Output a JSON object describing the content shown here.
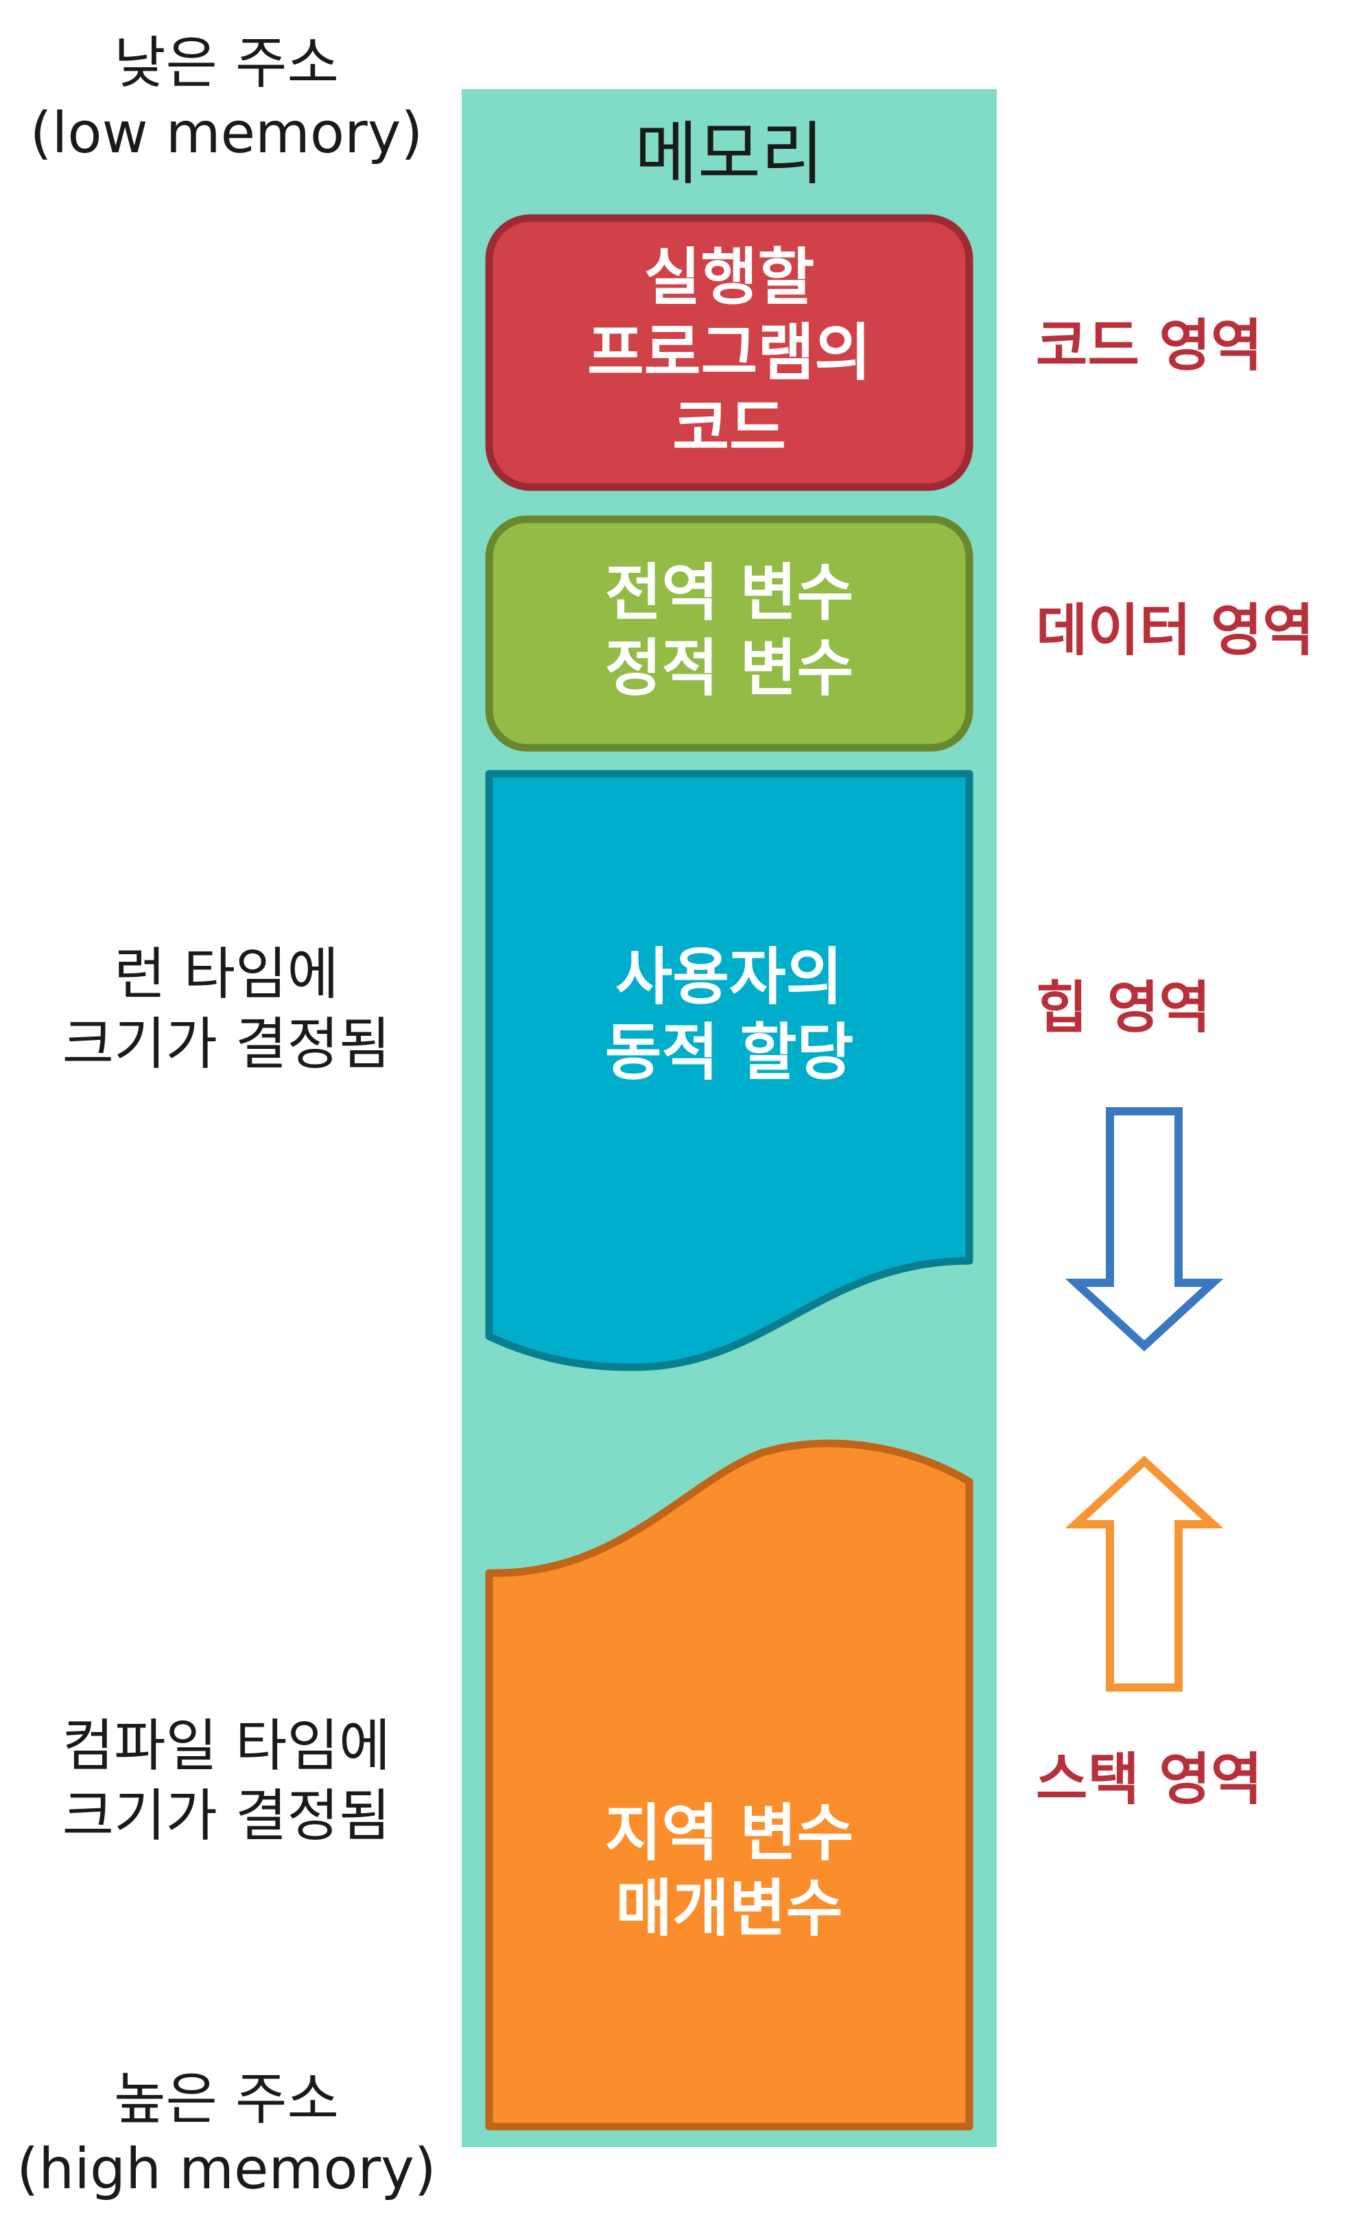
{
  "left_labels": {
    "low_address": [
      "낮은 주소",
      "(low memory)"
    ],
    "runtime": [
      "런 타임에",
      "크기가 결정됨"
    ],
    "compile_time": [
      "컴파일 타임에",
      "크기가 결정됨"
    ],
    "high_address": [
      "높은 주소",
      "(high memory)"
    ]
  },
  "memory": {
    "title": "메모리",
    "colors": {
      "background": "#80dcc6",
      "code": "#d14248",
      "data": "#93bc46",
      "heap": "#00aecb",
      "stack": "#fb8e2c"
    },
    "blocks": {
      "code": [
        "실행할",
        "프로그램의",
        "코드"
      ],
      "data": [
        "전역 변수",
        "정적 변수"
      ],
      "heap": [
        "사용자의",
        "동적 할당"
      ],
      "stack": [
        "지역 변수",
        "매개변수"
      ]
    }
  },
  "regions": {
    "code": "코드 영역",
    "data": "데이터 영역",
    "heap": "힙 영역",
    "stack": "스택 영역"
  },
  "arrows": {
    "heap_growth": {
      "direction": "down",
      "color": "#3a78c2"
    },
    "stack_growth": {
      "direction": "up",
      "color": "#f79433"
    }
  }
}
